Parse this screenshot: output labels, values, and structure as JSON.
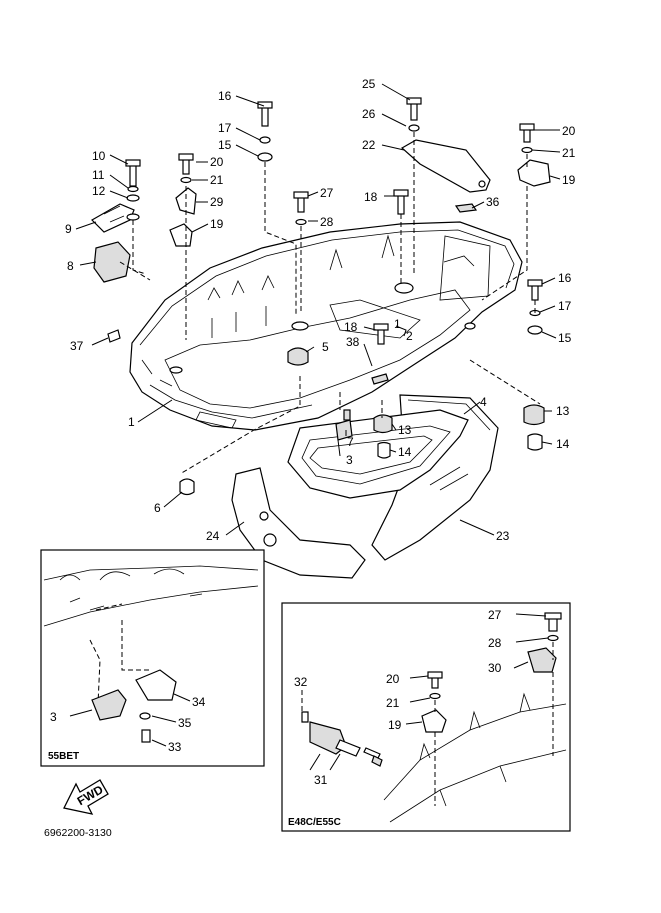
{
  "diagram": {
    "code": "6962200-3130",
    "fwd_label": "FWD",
    "inset_55bet": {
      "title": "55BET"
    },
    "inset_e48c": {
      "title": "E48C/E55C"
    },
    "callouts": {
      "c1": "1",
      "c2": "2",
      "c3": "3",
      "c4": "4",
      "c5": "5",
      "c6": "6",
      "c7": "7",
      "c8": "8",
      "c9": "9",
      "c10": "10",
      "c11": "11",
      "c12": "12",
      "c13a": "13",
      "c13b": "13",
      "c14a": "14",
      "c14b": "14",
      "c15a": "15",
      "c15b": "15",
      "c16a": "16",
      "c16b": "16",
      "c17a": "17",
      "c17b": "17",
      "c18a": "18",
      "c18b": "18",
      "c19a": "19",
      "c19b": "19",
      "c20a": "20",
      "c20b": "20",
      "c21a": "21",
      "c21b": "21",
      "c22": "22",
      "c23": "23",
      "c24": "24",
      "c25": "25",
      "c26": "26",
      "c27": "27",
      "c28": "28",
      "c29": "29",
      "c36": "36",
      "c37": "37",
      "c38": "38",
      "i3": "3",
      "i33": "33",
      "i34": "34",
      "i35": "35",
      "e27": "27",
      "e28": "28",
      "e30": "30",
      "e20": "20",
      "e21": "21",
      "e19": "19",
      "e32": "32",
      "e31": "31"
    }
  }
}
